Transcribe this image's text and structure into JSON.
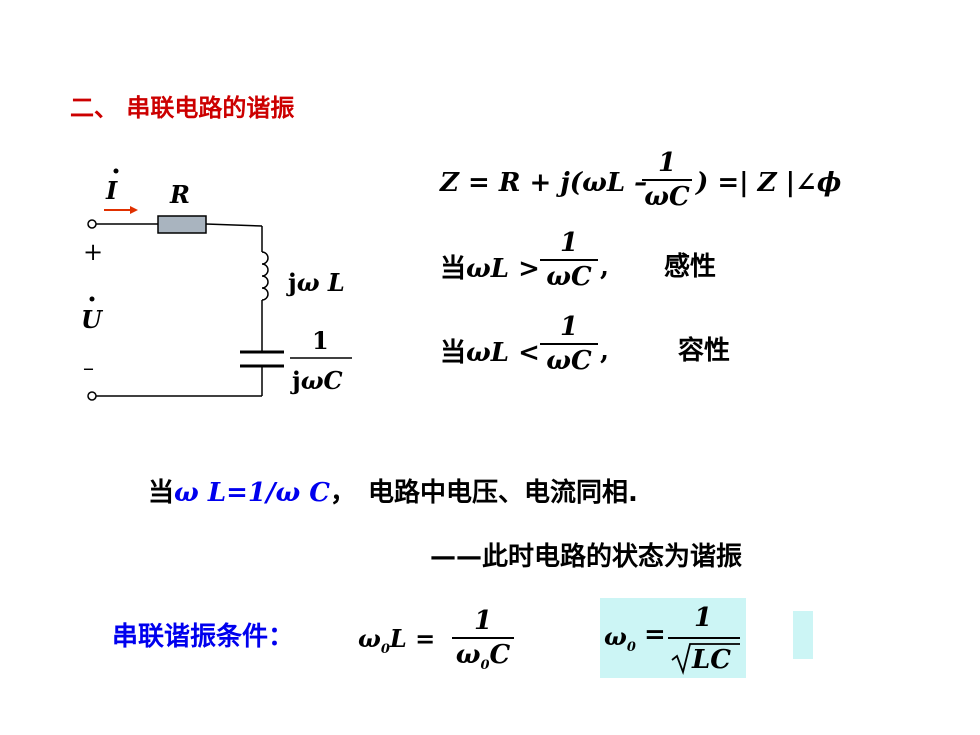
{
  "slide": {
    "title": "二、 串联电路的谐振"
  },
  "circuit": {
    "current_symbol": "I",
    "resistor_label": "R",
    "plus_sign": "+",
    "voltage_symbol": "U",
    "minus_sign": "–",
    "inductor_label_j": "j",
    "inductor_label_omega": "ω",
    "inductor_label_L": "L",
    "capacitor_num": "1",
    "capacitor_den_j": "j",
    "capacitor_den_omega": "ω",
    "capacitor_den_C": "C"
  },
  "equations": {
    "impedance_lhs": "Z = R + j(ωL –",
    "impedance_frac_num": "1",
    "impedance_frac_den": "ωC",
    "impedance_rhs": ") =| Z |∠ϕ",
    "cond1_prefix": "当",
    "cond1_expr": "ωL >",
    "cond1_num": "1",
    "cond1_den": "ωC",
    "cond1_comma": ",",
    "cond1_result": "感性",
    "cond2_prefix": "当",
    "cond2_expr": "ωL <",
    "cond2_num": "1",
    "cond2_den": "ωC",
    "cond2_comma": ",",
    "cond2_result": "容性"
  },
  "statement": {
    "prefix": "当",
    "condition": "ω L=1/ω C",
    "comma": "，",
    "text": "电路中电压、电流同相.",
    "dash_line": "——此时电路的状态为谐振"
  },
  "resonance": {
    "label": "串联谐振条件：",
    "eq1_lhs_omega": "ω",
    "eq1_lhs_sub": "0",
    "eq1_lhs_L": "L =",
    "eq1_num": "1",
    "eq1_den_omega": "ω",
    "eq1_den_sub": "0",
    "eq1_den_C": "C",
    "eq2_lhs": "ω",
    "eq2_lhs_sub": "0",
    "eq2_eq": "=",
    "eq2_num": "1",
    "eq2_den": "LC"
  },
  "colors": {
    "title": "#cc0000",
    "blue_text": "#0000ee",
    "highlight": "#ccf5f5",
    "resistor_fill": "#a9b4bf"
  }
}
